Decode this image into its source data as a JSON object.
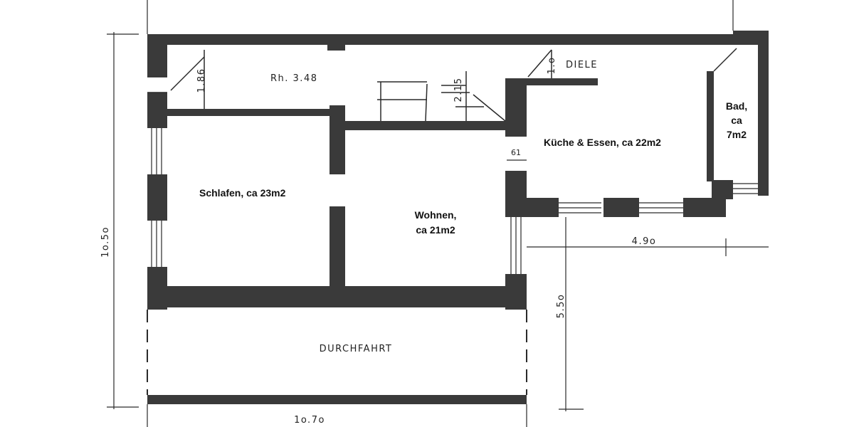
{
  "rooms": {
    "rh": "Rh. 3.48",
    "diele": "DIELE",
    "schlafen": "Schlafen, ca 23m2",
    "wohnen_1": "Wohnen,",
    "wohnen_2": "ca 21m2",
    "kueche": "Küche & Essen, ca 22m2",
    "bad_1": "Bad,",
    "bad_2": "ca",
    "bad_3": "7m2",
    "durchfahrt": "DURCHFAHRT"
  },
  "dimensions": {
    "d186": "1.86",
    "d215": "2.15",
    "d10": "1.o",
    "d61": "61",
    "d490": "4.9o",
    "d550": "5.5o",
    "d1050": "1o.5o",
    "d1070": "1o.7o"
  },
  "colors": {
    "wall": "#3a3a3a",
    "line": "#2a2a2a",
    "background": "#ffffff"
  }
}
